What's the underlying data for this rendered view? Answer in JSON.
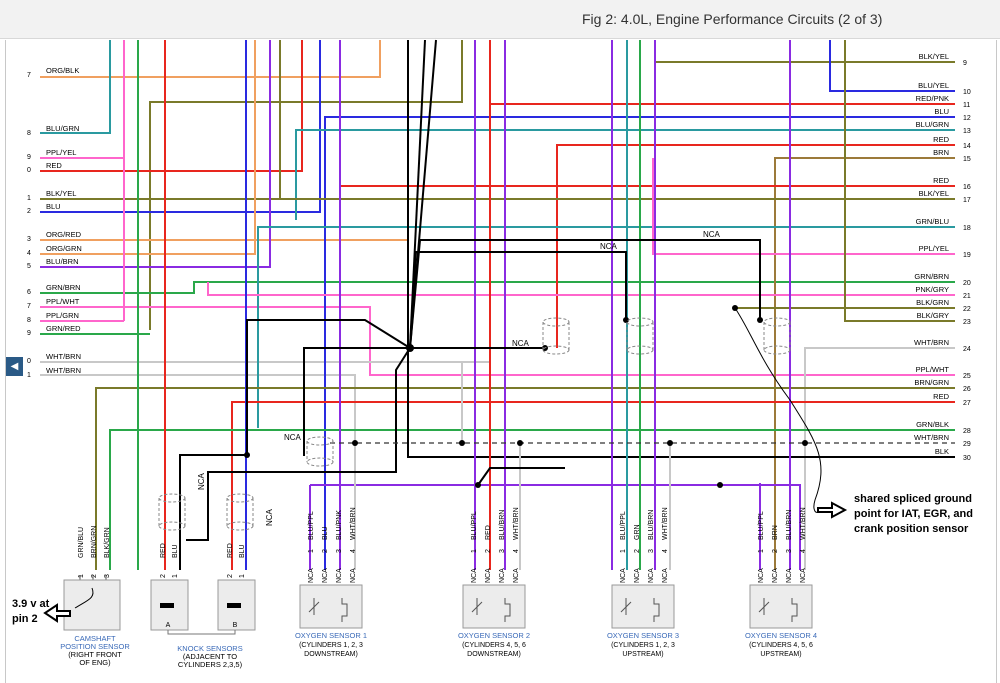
{
  "title": "Fig 2: 4.0L, Engine Performance Circuits (2 of 3)",
  "nav_icon": "chevron-left-icon",
  "left_pins": [
    {
      "num": "7",
      "label": "ORG/BLK"
    },
    {
      "num": "8",
      "label": "BLU/GRN"
    },
    {
      "num": "9",
      "label": "PPL/YEL"
    },
    {
      "num": "0",
      "label": "RED"
    },
    {
      "num": "1",
      "label": "BLK/YEL"
    },
    {
      "num": "2",
      "label": "BLU"
    },
    {
      "num": "3",
      "label": "ORG/RED"
    },
    {
      "num": "4",
      "label": "ORG/GRN"
    },
    {
      "num": "5",
      "label": "BLU/BRN"
    },
    {
      "num": "6",
      "label": "GRN/BRN"
    },
    {
      "num": "7",
      "label": "PPL/WHT"
    },
    {
      "num": "8",
      "label": "PPL/GRN"
    },
    {
      "num": "9",
      "label": "GRN/RED"
    },
    {
      "num": "0",
      "label": "WHT/BRN"
    },
    {
      "num": "1",
      "label": "WHT/BRN"
    }
  ],
  "right_pins": [
    {
      "num": "9",
      "label": "BLK/YEL"
    },
    {
      "num": "10",
      "label": "BLU/YEL"
    },
    {
      "num": "11",
      "label": "RED/PNK"
    },
    {
      "num": "12",
      "label": "BLU"
    },
    {
      "num": "13",
      "label": "BLU/GRN"
    },
    {
      "num": "14",
      "label": "RED"
    },
    {
      "num": "15",
      "label": "BRN"
    },
    {
      "num": "16",
      "label": "RED"
    },
    {
      "num": "17",
      "label": "BLK/YEL"
    },
    {
      "num": "18",
      "label": "GRN/BLU"
    },
    {
      "num": "19",
      "label": "PPL/YEL"
    },
    {
      "num": "20",
      "label": "GRN/BRN"
    },
    {
      "num": "21",
      "label": "PNK/GRY"
    },
    {
      "num": "22",
      "label": "BLK/GRN"
    },
    {
      "num": "23",
      "label": "BLK/GRY"
    },
    {
      "num": "24",
      "label": "WHT/BRN"
    },
    {
      "num": "25",
      "label": "PPL/WHT"
    },
    {
      "num": "26",
      "label": "BRN/GRN"
    },
    {
      "num": "27",
      "label": "RED"
    },
    {
      "num": "28",
      "label": "GRN/BLK"
    },
    {
      "num": "29",
      "label": "WHT/BRN"
    },
    {
      "num": "30",
      "label": "BLK"
    }
  ],
  "nca": "NCA",
  "camshaft": {
    "wires": [
      "GRN/BLU",
      "BRN/GRN",
      "BLK/GRN"
    ],
    "pins": [
      "1",
      "2",
      "3"
    ],
    "label": [
      "CAMSHAFT",
      "POSITION SENSOR",
      "(RIGHT FRONT",
      "OF ENG)"
    ]
  },
  "knock": {
    "wires": [
      "RED",
      "BLU",
      "RED",
      "BLU"
    ],
    "pins": [
      "2",
      "1",
      "2",
      "1"
    ],
    "names": [
      "A",
      "B"
    ],
    "label": [
      "KNOCK SENSORS",
      "(ADJACENT TO",
      "CYLINDERS 2,3,5)"
    ]
  },
  "o2_wires": [
    "BLU/PPL",
    "BLU",
    "BLU/PNK",
    "WHT/BRN"
  ],
  "o2_wires_b": [
    "BLU/PPL",
    "RED",
    "BLU/BRN",
    "WHT/BRN"
  ],
  "o2_wires_c": [
    "BLU/PPL",
    "GRN",
    "BLU/BRN",
    "WHT/BRN"
  ],
  "o2_wires_d": [
    "BLU/PPL",
    "BRN",
    "BLU/BRN",
    "WHT/BRN"
  ],
  "o2_pins": [
    "1",
    "2",
    "3",
    "4"
  ],
  "o2_plug": [
    "NCA",
    "NCA",
    "NCA",
    "NCA"
  ],
  "o2_sensors": [
    {
      "name": "OXYGEN SENSOR 1",
      "l2": "(CYLINDERS 1, 2, 3",
      "l3": "DOWNSTREAM)"
    },
    {
      "name": "OXYGEN SENSOR 2",
      "l2": "(CYLINDERS 4, 5, 6",
      "l3": "DOWNSTREAM)"
    },
    {
      "name": "OXYGEN SENSOR 3",
      "l2": "(CYLINDERS 1, 2, 3",
      "l3": "UPSTREAM)"
    },
    {
      "name": "OXYGEN SENSOR 4",
      "l2": "(CYLINDERS 4, 5, 6",
      "l3": "UPSTREAM)"
    }
  ],
  "annotations": {
    "ground": [
      "shared spliced ground",
      "point for IAT, EGR, and",
      "crank position sensor"
    ],
    "voltage": [
      "3.9 v at",
      "pin 2"
    ]
  },
  "colors": {
    "wire_black": "#000000",
    "wire_red": "#e8261e",
    "wire_blue": "#2a2ae0",
    "wire_purple": "#8a2be2",
    "wire_pink": "#ff66cc",
    "wire_green": "#2aa84a",
    "wire_orange": "#f0a060",
    "wire_olive": "#7a7a2a",
    "wire_brown": "#9c7a3a",
    "wire_teal": "#3a9a8a",
    "wire_gray": "#b0b0b0",
    "wire_darkblue": "#1a1ab0",
    "sensor_label": "#3a6ab8"
  }
}
